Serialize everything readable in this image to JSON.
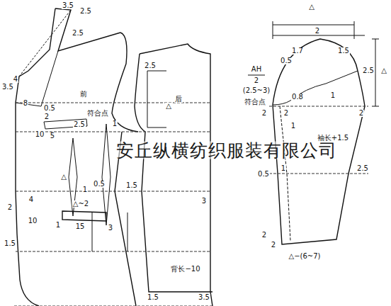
{
  "diagram": {
    "labels": [
      "3.5",
      "2.5",
      "2.5",
      "4",
      "3.5",
      "8",
      "前",
      "0.5",
      "2",
      "2.5",
      "10",
      "5",
      "符合点",
      "1",
      "△",
      "1",
      "0.5",
      "1.5",
      "△~2",
      "1",
      "15",
      "3",
      "2",
      "4",
      "10",
      "1.5",
      "2.5",
      "△",
      "后",
      "3",
      "背长−10",
      "1.5",
      "3.5",
      "△",
      "2",
      "1.7",
      "0.5",
      "1.5",
      "2.5",
      "△",
      "AH",
      "2",
      "(2.5~3)",
      "符合点",
      "0.8",
      "1",
      "2",
      "2",
      "2",
      "1",
      "袖长+1.5",
      "0.5",
      "1",
      "2.5",
      "2",
      "2",
      "△−(6~7)",
      "安丘纵横纺织服装有限公司"
    ]
  }
}
